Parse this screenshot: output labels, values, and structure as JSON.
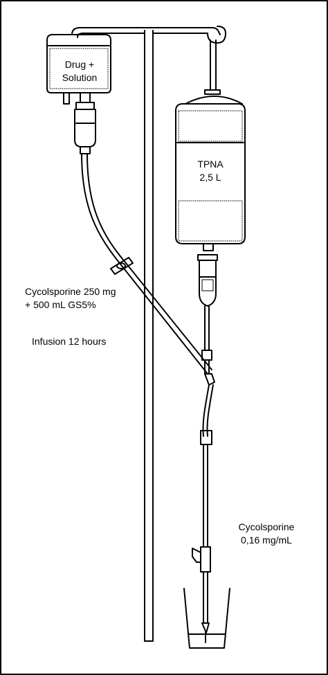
{
  "bags": {
    "small_label_line1": "Drug +",
    "small_label_line2": "Solution",
    "large_label_line1": "TPNA",
    "large_label_line2": "2,5 L"
  },
  "annotations": {
    "dose_line1": "Cycolsporine 250 mg",
    "dose_line2": "+ 500 mL GS5%",
    "infusion": "Infusion 12 hours",
    "concentration_line1": "Cycolsporine",
    "concentration_line2": "0,16 mg/mL"
  }
}
